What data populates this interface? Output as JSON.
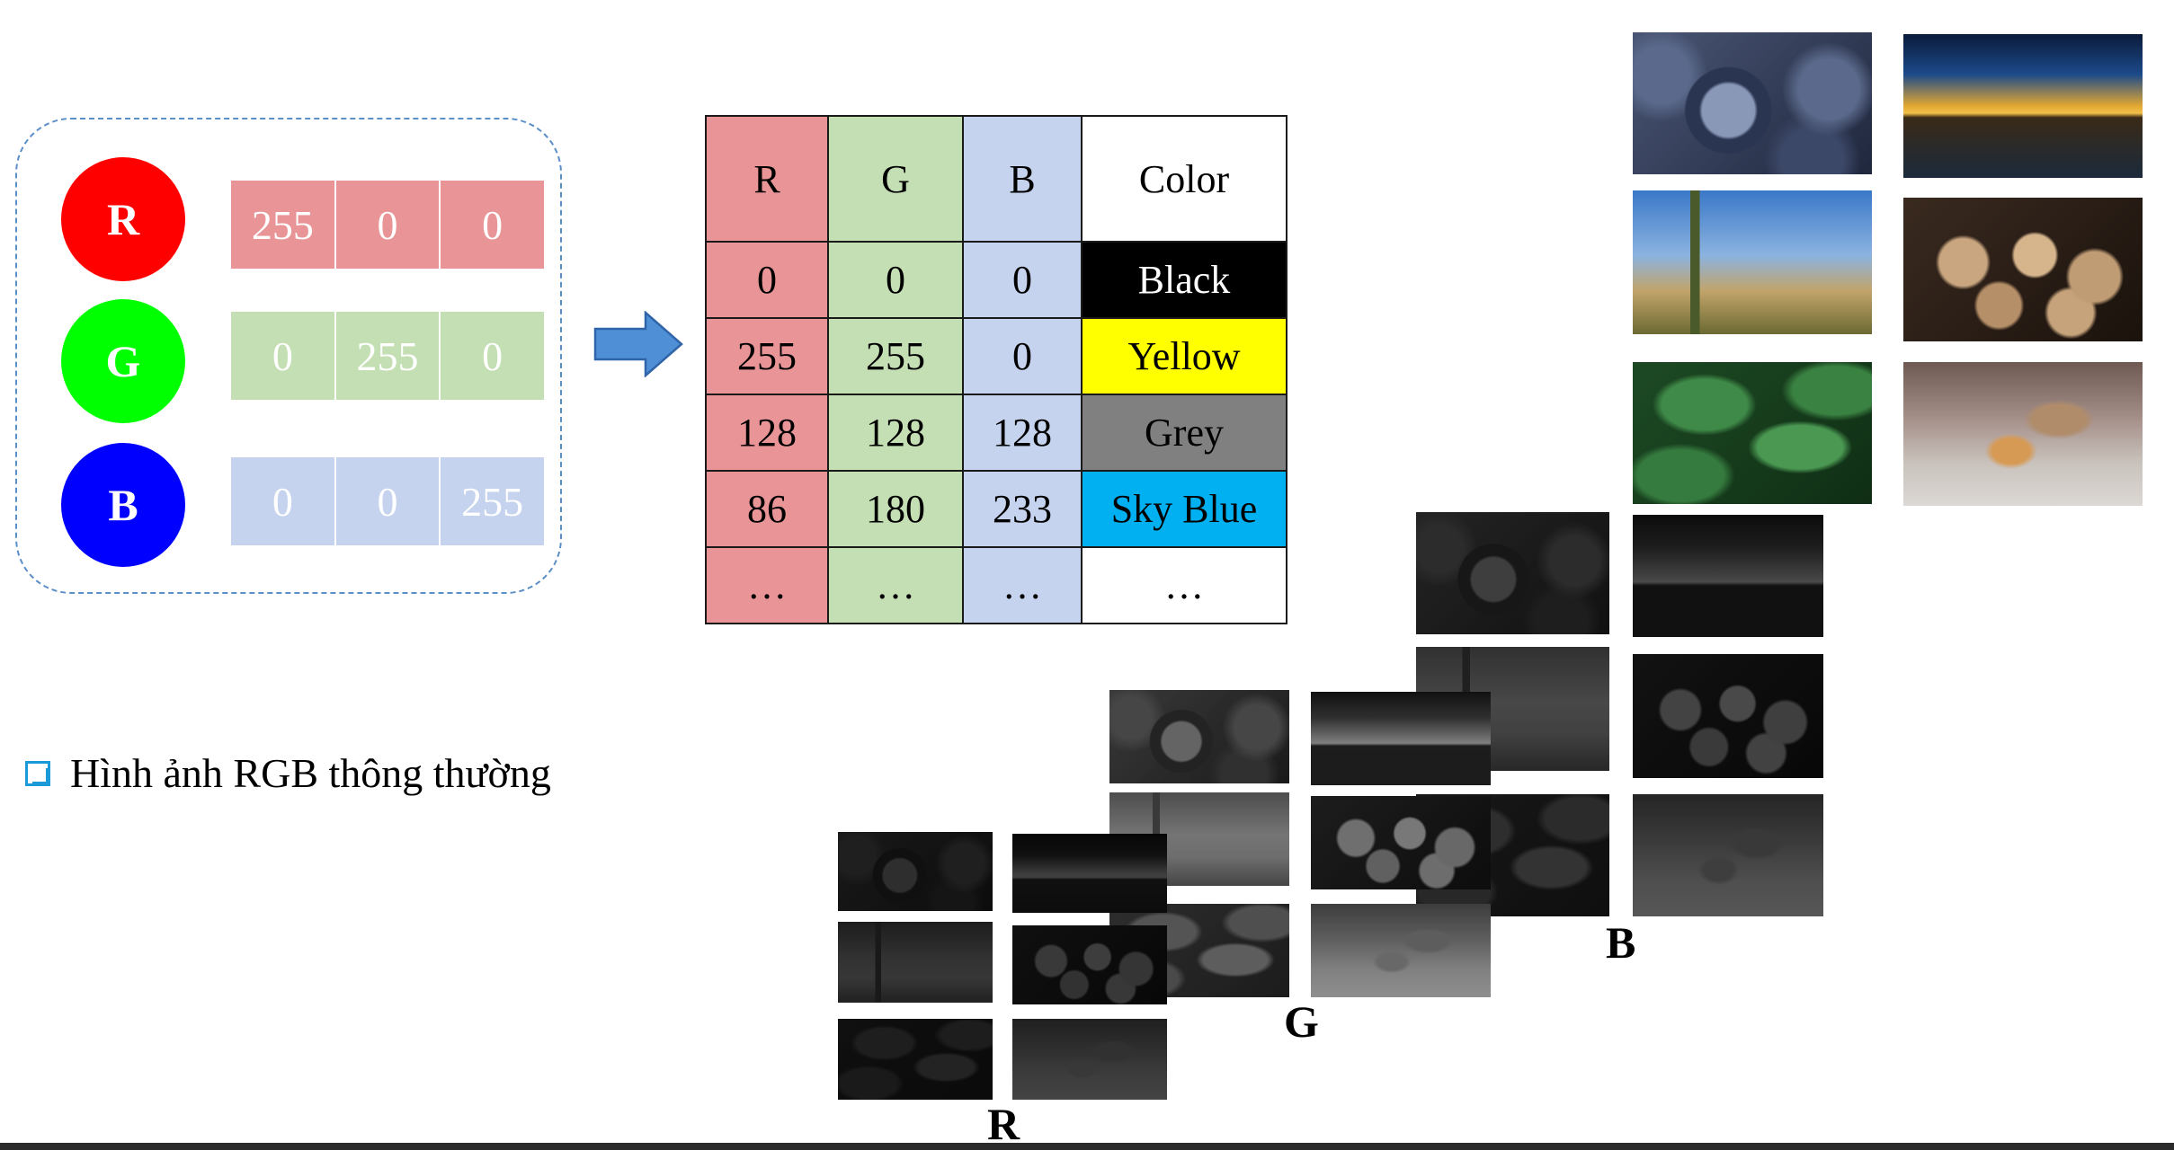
{
  "channels": [
    {
      "label": "R",
      "color": "#ff0000",
      "values": [
        "255",
        "0",
        "0"
      ],
      "cell_color": "#e99496"
    },
    {
      "label": "G",
      "color": "#00ff00",
      "values": [
        "0",
        "255",
        "0"
      ],
      "cell_color": "#c4dfb3"
    },
    {
      "label": "B",
      "color": "#0000ff",
      "values": [
        "0",
        "0",
        "255"
      ],
      "cell_color": "#c6d3ee"
    }
  ],
  "table": {
    "headers": [
      "R",
      "G",
      "B",
      "Color"
    ],
    "rows": [
      {
        "r": "0",
        "g": "0",
        "b": "0",
        "name": "Black",
        "swatch": "#000000",
        "text_color": "#ffffff"
      },
      {
        "r": "255",
        "g": "255",
        "b": "0",
        "name": "Yellow",
        "swatch": "#ffff00",
        "text_color": "#000000"
      },
      {
        "r": "128",
        "g": "128",
        "b": "128",
        "name": "Grey",
        "swatch": "#808080",
        "text_color": "#000000"
      },
      {
        "r": "86",
        "g": "180",
        "b": "233",
        "name": "Sky Blue",
        "swatch": "#00b0f0",
        "text_color": "#000000"
      },
      {
        "r": "…",
        "g": "…",
        "b": "…",
        "name": "…",
        "swatch": "#ffffff",
        "text_color": "#000000"
      }
    ]
  },
  "caption": "Hình ảnh RGB thông thường",
  "stack_labels": {
    "r": "R",
    "g": "G",
    "b": "B"
  },
  "photos": [
    "blueberries",
    "sunset",
    "cactus",
    "walnuts",
    "leaves",
    "cat"
  ]
}
